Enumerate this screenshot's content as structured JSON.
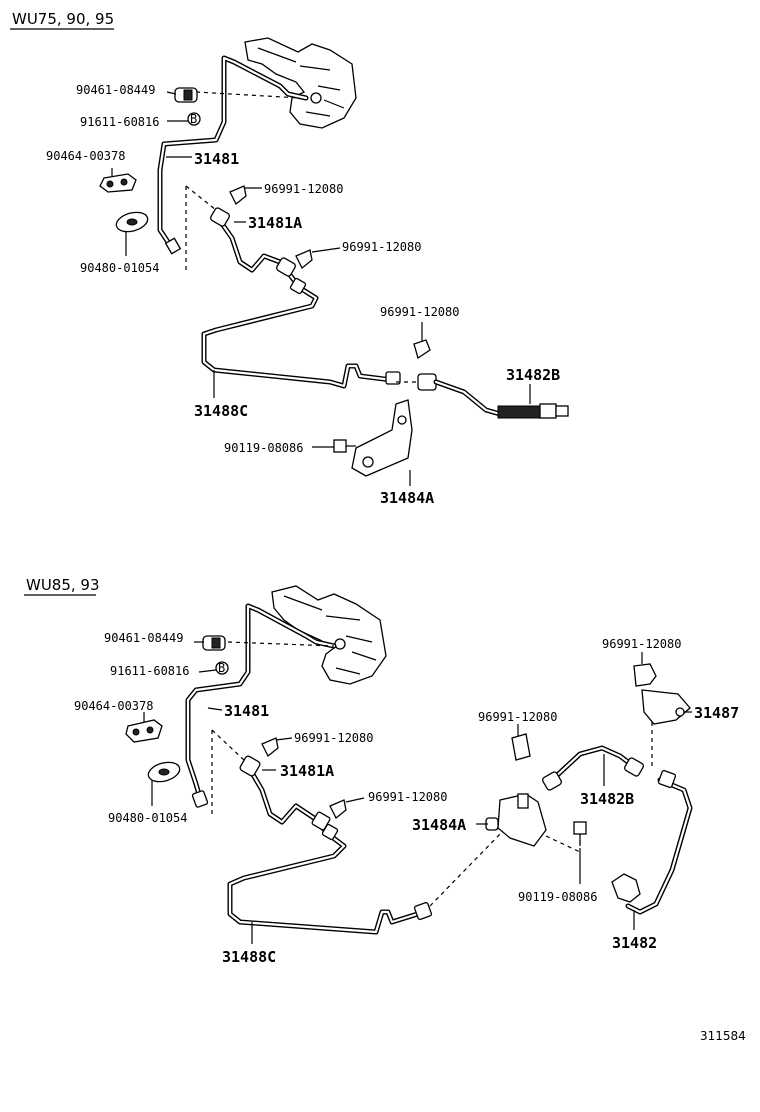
{
  "sections": [
    {
      "title": "WU75, 90, 95",
      "labels": {
        "p90461": "90461-08449",
        "p91611": "91611-60816",
        "p31481": "31481",
        "p90464": "90464-00378",
        "p96991a": "96991-12080",
        "p31481A": "31481A",
        "p96991b": "96991-12080",
        "p90480": "90480-01054",
        "p96991c": "96991-12080",
        "p31482B": "31482B",
        "p31488C": "31488C",
        "p90119": "90119-08086",
        "p31484A": "31484A"
      }
    },
    {
      "title": "WU85, 93",
      "labels": {
        "p90461": "90461-08449",
        "p91611": "91611-60816",
        "p96991d": "96991-12080",
        "p90464": "90464-00378",
        "p31481": "31481",
        "p31487": "31487",
        "p96991e": "96991-12080",
        "p96991f": "96991-12080",
        "p31481A": "31481A",
        "p96991g": "96991-12080",
        "p90480": "90480-01054",
        "p31482B": "31482B",
        "p31484A": "31484A",
        "p90119": "90119-08086",
        "p31488C": "31488C",
        "p31482": "31482"
      }
    }
  ],
  "bolt_marker": "B",
  "diagram_id": "311584"
}
